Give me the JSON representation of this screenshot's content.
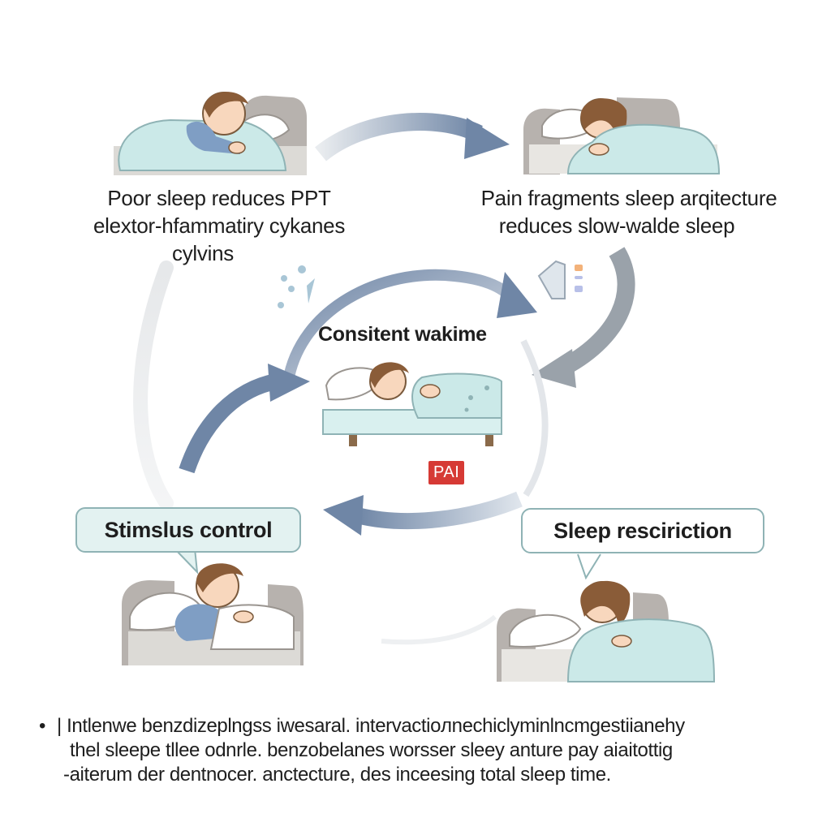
{
  "labels": {
    "top_left": [
      "Poor sleep reduces PPT",
      "elextor-hfammatiry cykanes",
      "cylvins"
    ],
    "top_right": [
      "Pain fragments sleep arqitecture",
      "reduces slow-walde sleep"
    ],
    "center_title": "Consitent wakime",
    "badge": "PAI",
    "bubble_left": "Stimslus control",
    "bubble_right": "Sleep resciriction"
  },
  "bottom_note": {
    "bullet": "•",
    "lines": [
      "| Intlenwe benzdizeplngss iwesaral. intervactioлnechiclyminlncmgestiianehy",
      "thel sleepe tllee odnrle. benzobelanes worsser sleey anture pay aiaitottig",
      "-aiterum der dentnocer. anctecture, des inceesing total sleep time."
    ]
  },
  "colors": {
    "blanket": "#cbe9e8",
    "bed_frame": "#b7b2ae",
    "arrow_blue": "#6f86a6",
    "arrow_gray": "#9aa2aa",
    "bubble_border": "#8fb3b5"
  }
}
